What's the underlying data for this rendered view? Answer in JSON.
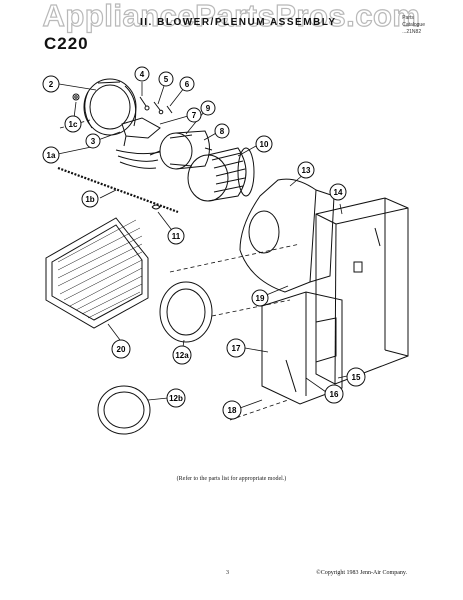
{
  "watermark": "AppliancePartsPros.com",
  "model": "C220",
  "title": "II. BLOWER/PLENUM ASSEMBLY",
  "meta": [
    "Parts",
    "Catalogue",
    "...21N82"
  ],
  "caption": "(Refer to the parts list for appropriate model.)",
  "page_number": "3",
  "copyright": "©Copyright 1983 Jenn-Air Company.",
  "callouts": [
    "2",
    "4",
    "5",
    "6",
    "1c",
    "3",
    "7",
    "9",
    "8",
    "1a",
    "10",
    "13",
    "1b",
    "11",
    "14",
    "20",
    "12a",
    "19",
    "17",
    "15",
    "16",
    "12b",
    "18"
  ]
}
